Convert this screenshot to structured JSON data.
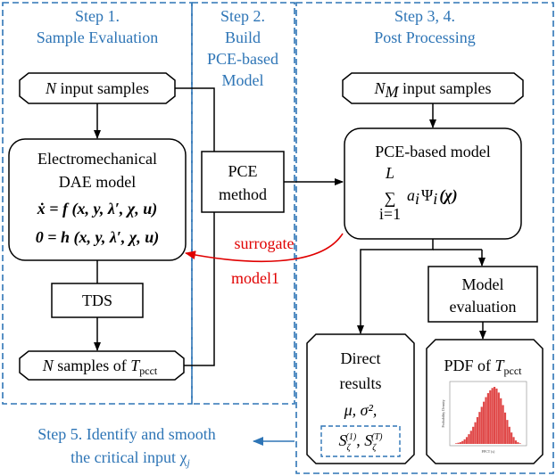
{
  "steps": {
    "step1": {
      "title": "Step 1.",
      "subtitle": "Sample Evaluation"
    },
    "step2": {
      "title": "Step 2.",
      "line2": "Build",
      "line3": "PCE-based",
      "line4": "Model"
    },
    "step34": {
      "title": "Step 3, 4.",
      "subtitle": "Post Processing"
    },
    "step5": {
      "line1": "Step 5. Identify and smooth",
      "line2": "the critical input χ",
      "line2_sub": "j"
    }
  },
  "left_column": {
    "input_samples": {
      "var": "N",
      "label": " input samples"
    },
    "dae_model": {
      "title1": "Electromechanical",
      "title2": "DAE model",
      "eq1": "ẋ = f (x, y, λ′, χ, u)",
      "eq2": "0 = h (x, y, λ′, χ, u)"
    },
    "tds": "TDS",
    "output_samples": {
      "var": "N",
      "label": " samples of ",
      "target": "T",
      "target_sub": "pcct"
    }
  },
  "middle": {
    "pce_method": {
      "line1": "PCE",
      "line2": "method"
    },
    "surrogate": {
      "line1": "surrogate",
      "line2": "model1"
    }
  },
  "right_column": {
    "nm_input": {
      "var": "N",
      "var_sub": "M",
      "label": " input samples"
    },
    "pce_model": {
      "title": "PCE-based model",
      "sum_top": "L",
      "sum_bottom": "i=1",
      "sum_symbol": "∑",
      "term": "a",
      "term_sub": "i",
      "psi": "Ψ",
      "psi_sub": "i",
      "arg": "(χ)"
    },
    "model_eval": {
      "line1": "Model",
      "line2": "evaluation"
    },
    "direct_results": {
      "line1": "Direct",
      "line2": "results",
      "line3": "μ, σ², ",
      "s1": "S",
      "s1_sub": "ζ",
      "s1_sup": "(1)",
      "sep": ", ",
      "s2": "S",
      "s2_sub": "ζ",
      "s2_sup": "(T)"
    },
    "pdf": {
      "label": "PDF of ",
      "var": "T",
      "var_sub": "pcct"
    }
  },
  "histogram": {
    "ylabel": "Probability Density",
    "xlabel": "PPCT (s)",
    "bins": [
      0.01,
      0.02,
      0.03,
      0.05,
      0.08,
      0.12,
      0.17,
      0.23,
      0.3,
      0.38,
      0.47,
      0.56,
      0.65,
      0.74,
      0.82,
      0.89,
      0.94,
      0.98,
      1.0,
      0.97,
      0.9,
      0.8,
      0.68,
      0.55,
      0.42,
      0.3,
      0.2,
      0.12,
      0.06,
      0.03,
      0.01
    ],
    "bar_color": "#e04848"
  },
  "colors": {
    "step_blue": "#2e75b6",
    "surrogate_red": "#e00000"
  }
}
